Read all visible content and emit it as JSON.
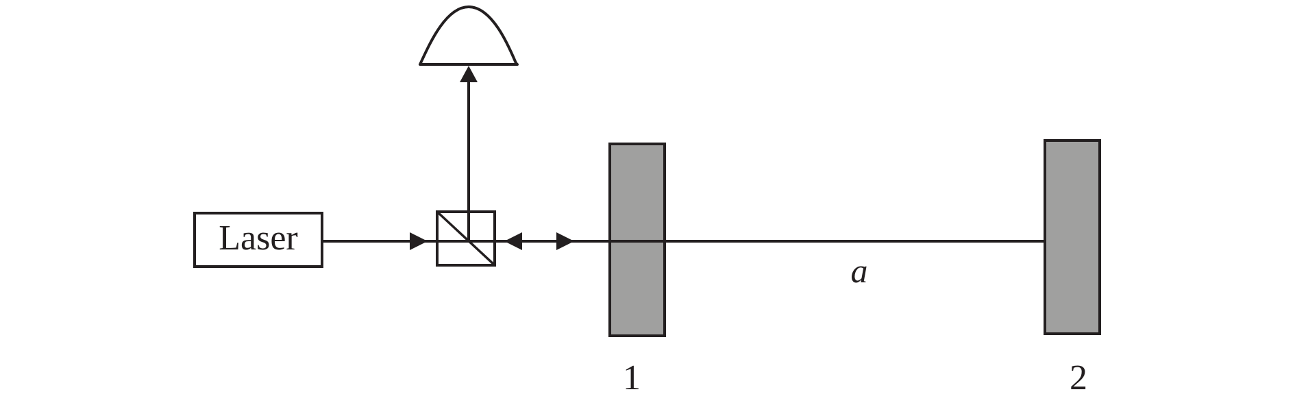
{
  "laser": {
    "label": "Laser"
  },
  "mirrors": [
    {
      "label": "1"
    },
    {
      "label": "2"
    }
  ],
  "cavity": {
    "label": "a"
  },
  "colors": {
    "stroke": "#231f20",
    "mirror_fill": "#a0a09f",
    "background": "#ffffff"
  }
}
